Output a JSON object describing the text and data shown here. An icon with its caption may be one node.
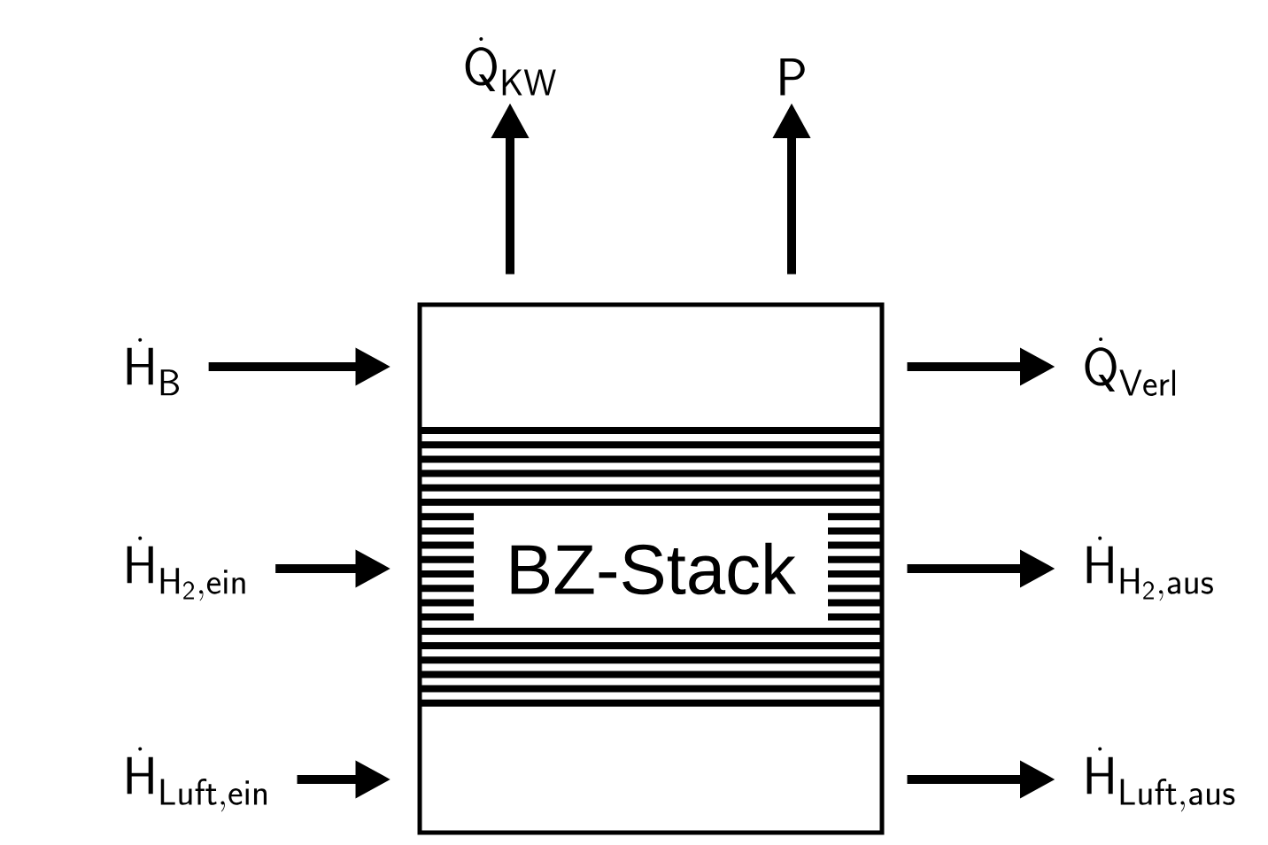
{
  "diagram": {
    "nodes": [
      {
        "text": [
          "BZ-Stack"
        ]
      },
      {
        "text": [
          "\\dot{\\mathsf{Q}}_{\\mathsf{KW}}"
        ]
      },
      {
        "text": [
          "\\mathsf{P}"
        ]
      },
      {
        "text": [
          "\\dot{\\mathsf{H}}_{\\mathsf{B}}"
        ]
      },
      {
        "text": [
          "\\dot{\\mathsf{H}}_{\\mathsf{H_2,ein}}"
        ]
      },
      {
        "text": [
          "\\dot{\\mathsf{H}}_{\\mathsf{Luft,ein}}"
        ]
      },
      {
        "text": [
          "\\dot{\\mathsf{Q}}_{\\mathsf{Verl}}"
        ]
      },
      {
        "text": [
          "\\dot{\\mathsf{H}}_{\\mathsf{H_2,aus}}"
        ]
      },
      {
        "text": [
          "\\dot{\\mathsf{H}}_{\\mathsf{Luft,aus}}"
        ]
      }
    ],
    "edges": [
      {
        "from": 0,
        "to": 1,
        "arrow": "to"
      },
      {
        "from": 0,
        "to": 2,
        "arrow": "to"
      },
      {
        "from": 3,
        "to": 0,
        "arrow": "to"
      },
      {
        "from": 4,
        "to": 0,
        "arrow": "to"
      },
      {
        "from": 5,
        "to": 0,
        "arrow": "to"
      },
      {
        "from": 0,
        "to": 6,
        "arrow": "to"
      },
      {
        "from": 0,
        "to": 7,
        "arrow": "to"
      },
      {
        "from": 0,
        "to": 8,
        "arrow": "to"
      }
    ]
  }
}
